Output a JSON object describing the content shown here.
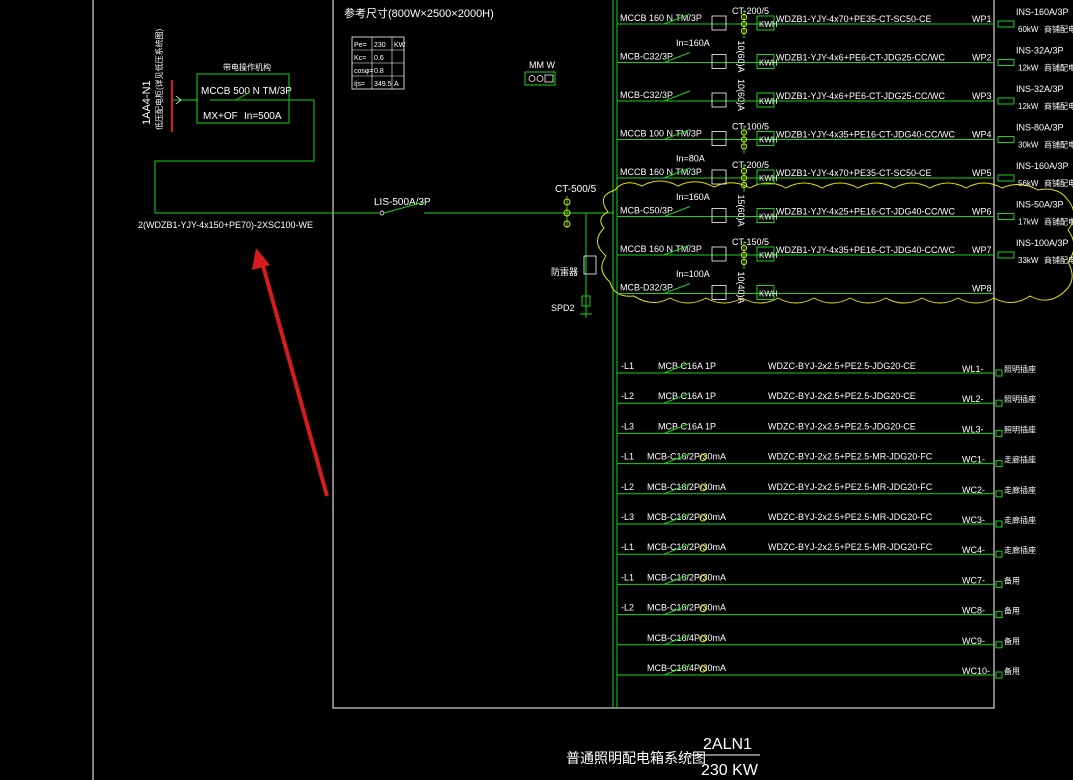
{
  "header": {
    "note": "参考尺寸(800W×2500×2000H)"
  },
  "param_table": {
    "rows": [
      {
        "k": "Pe=",
        "v": "230",
        "u": "KW"
      },
      {
        "k": "Kc=",
        "v": "0.6",
        "u": ""
      },
      {
        "k": "cosφ=",
        "v": "0.8",
        "u": ""
      },
      {
        "k": "Ijs=",
        "v": "349.5",
        "u": "A"
      }
    ]
  },
  "meter": {
    "label": "MM W"
  },
  "source": {
    "feeder_label": "1AA4-N1",
    "feeder_note": "低压配电柜(详见低压系统图)",
    "breaker_title": "带电操作机构",
    "breaker_rating": "MCCB 500 N TM/3P",
    "breaker_aux": "MX+OF",
    "breaker_in": "In=500A",
    "cable": "2(WDZB1-YJY-4x150+PE70)-2XSC100-WE"
  },
  "main": {
    "isolator": "LIS-500A/3P",
    "ct": "CT-500/5",
    "spd_label": "防雷器",
    "spd": "SPD2"
  },
  "power_circuits": [
    {
      "breaker": "MCCB 160 N TM/3P",
      "in": "In=160A",
      "meter": "CT-200/5",
      "cable": "WDZB1-YJY-4x70+PE35-CT-SC50-CE",
      "circuit": "WP1",
      "isolator": "INS-160A/3P",
      "load": "60kW",
      "desc": "商铺配电"
    },
    {
      "breaker": "MCB-C32/3P",
      "in": "",
      "meter": "10(60)A",
      "cable": "WDZB1-YJY-4x6+PE6-CT-JDG25-CC/WC",
      "circuit": "WP2",
      "isolator": "INS-32A/3P",
      "load": "12kW",
      "desc": "商铺配电"
    },
    {
      "breaker": "MCB-C32/3P",
      "in": "",
      "meter": "10(60)A",
      "cable": "WDZB1-YJY-4x6+PE6-CT-JDG25-CC/WC",
      "circuit": "WP3",
      "isolator": "INS-32A/3P",
      "load": "12kW",
      "desc": "商铺配电"
    },
    {
      "breaker": "MCCB 100 N TM/3P",
      "in": "In=80A",
      "meter": "CT-100/5",
      "cable": "WDZB1-YJY-4x35+PE16-CT-JDG40-CC/WC",
      "circuit": "WP4",
      "isolator": "INS-80A/3P",
      "load": "30kW",
      "desc": "商铺配电"
    },
    {
      "breaker": "MCCB 160 N TM/3P",
      "in": "In=160A",
      "meter": "CT-200/5",
      "cable": "WDZB1-YJY-4x70+PE35-CT-SC50-CE",
      "circuit": "WP5",
      "isolator": "INS-160A/3P",
      "load": "56kW",
      "desc": "商铺配电"
    },
    {
      "breaker": "MCB-C50/3P",
      "in": "",
      "meter": "15(60)A",
      "cable": "WDZB1-YJY-4x25+PE16-CT-JDG40-CC/WC",
      "circuit": "WP6",
      "isolator": "INS-50A/3P",
      "load": "17kW",
      "desc": "商铺配电"
    },
    {
      "breaker": "MCCB 160 N TM/3P",
      "in": "In=100A",
      "meter": "CT-150/5",
      "cable": "WDZB1-YJY-4x35+PE16-CT-JDG40-CC/WC",
      "circuit": "WP7",
      "isolator": "INS-100A/3P",
      "load": "33kW",
      "desc": "商铺配电"
    },
    {
      "breaker": "MCB-D32/3P",
      "in": "",
      "meter": "10(40)A",
      "cable": "",
      "circuit": "WP8",
      "isolator": "",
      "load": "",
      "desc": ""
    }
  ],
  "lighting_circuits": [
    {
      "phase": "-L1",
      "breaker": "MCB C16A 1P",
      "cable": "WDZC-BYJ-2x2.5+PE2.5-JDG20-CE",
      "circuit": "WL1-",
      "desc": "照明插座"
    },
    {
      "phase": "-L2",
      "breaker": "MCB C16A 1P",
      "cable": "WDZC-BYJ-2x2.5+PE2.5-JDG20-CE",
      "circuit": "WL2-",
      "desc": "照明插座"
    },
    {
      "phase": "-L3",
      "breaker": "MCB C16A 1P",
      "cable": "WDZC-BYJ-2x2.5+PE2.5-JDG20-CE",
      "circuit": "WL3-",
      "desc": "照明插座"
    },
    {
      "phase": "-L1",
      "breaker": "MCB-C16/2P/30mA",
      "cable": "WDZC-BYJ-2x2.5+PE2.5-MR-JDG20-FC",
      "circuit": "WC1-",
      "desc": "走廊插座"
    },
    {
      "phase": "-L2",
      "breaker": "MCB-C16/2P/30mA",
      "cable": "WDZC-BYJ-2x2.5+PE2.5-MR-JDG20-FC",
      "circuit": "WC2-",
      "desc": "走廊插座"
    },
    {
      "phase": "-L3",
      "breaker": "MCB-C16/2P/30mA",
      "cable": "WDZC-BYJ-2x2.5+PE2.5-MR-JDG20-FC",
      "circuit": "WC3-",
      "desc": "走廊插座"
    },
    {
      "phase": "-L1",
      "breaker": "MCB-C16/2P/30mA",
      "cable": "WDZC-BYJ-2x2.5+PE2.5-MR-JDG20-FC",
      "circuit": "WC4-",
      "desc": "走廊插座"
    },
    {
      "phase": "-L1",
      "breaker": "MCB-C16/2P/30mA",
      "cable": "",
      "circuit": "WC7-",
      "desc": "备用"
    },
    {
      "phase": "-L2",
      "breaker": "MCB-C16/2P/30mA",
      "cable": "",
      "circuit": "WC8-",
      "desc": "备用"
    },
    {
      "phase": "",
      "breaker": "MCB-C16/4P/30mA",
      "cable": "",
      "circuit": "WC9-",
      "desc": "备用"
    },
    {
      "phase": "",
      "breaker": "MCB-C16/4P/30mA",
      "cable": "",
      "circuit": "WC10-",
      "desc": "备用"
    }
  ],
  "title_block": {
    "title": "普通照明配电箱系统图",
    "box_id": "2ALN1",
    "power": "230 KW"
  },
  "colors": {
    "background": "#000000",
    "wire": "#19d219",
    "frame": "#ffffff",
    "text": "#ffffff",
    "cloud": "#e6e600",
    "accent": "#d61c1c",
    "device": "#00ffff"
  }
}
